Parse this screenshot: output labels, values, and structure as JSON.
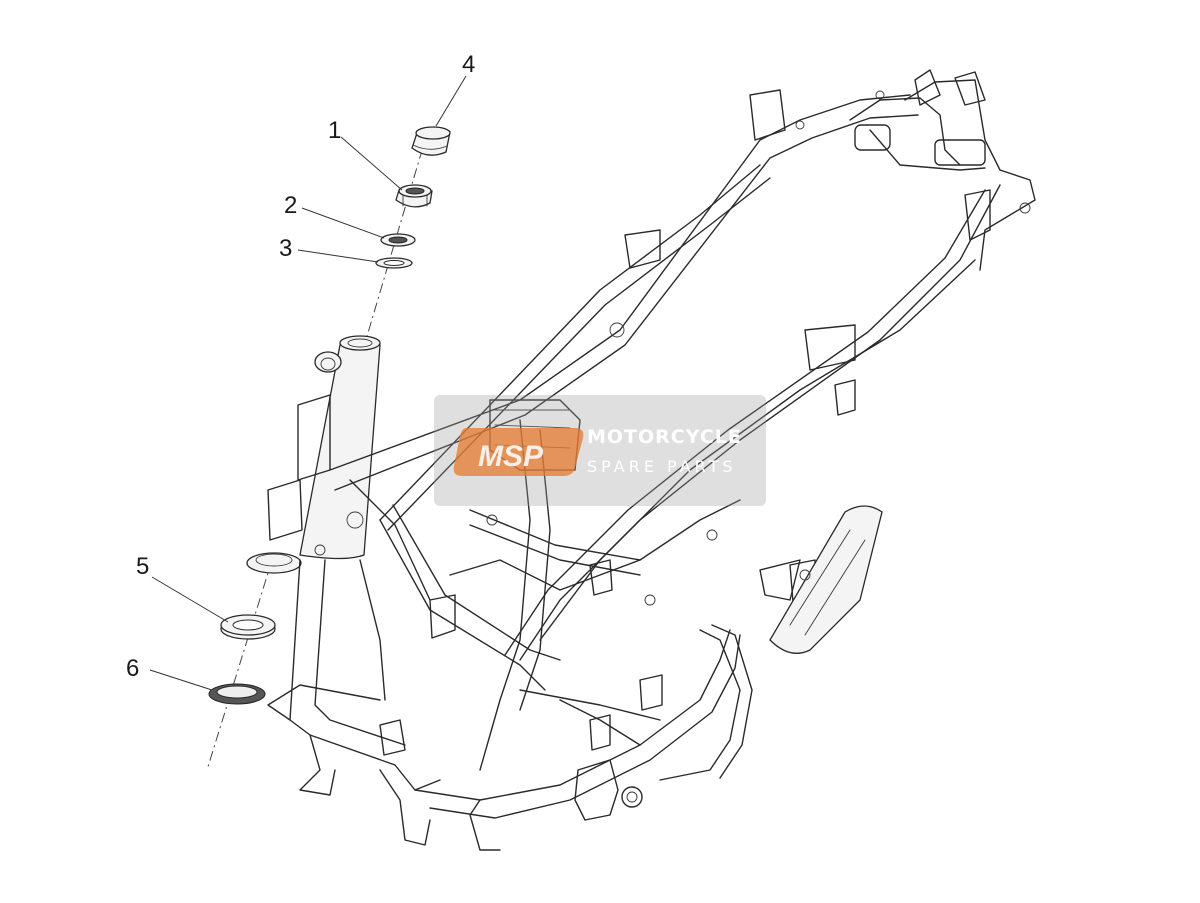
{
  "callouts": {
    "c1": "1",
    "c2": "2",
    "c3": "3",
    "c4": "4",
    "c5": "5",
    "c6": "6"
  },
  "watermark": {
    "logo": "MSP",
    "line1": "MOTORCYCLE",
    "line2": "SPARE PARTS"
  },
  "colors": {
    "line": "#2a2a2a",
    "watermark_box": "#9a9a9a",
    "watermark_logo": "#e67a2e"
  }
}
